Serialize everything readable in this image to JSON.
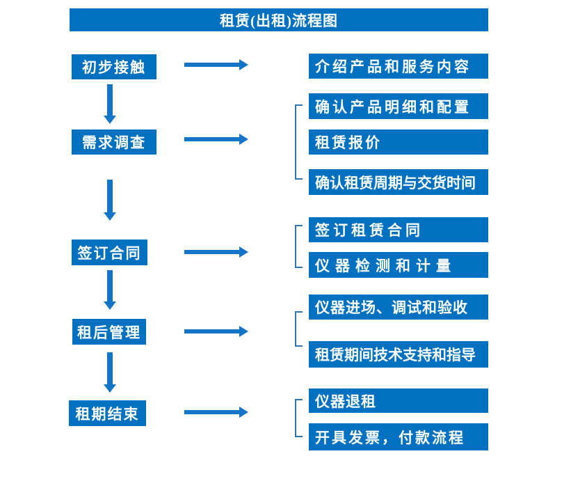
{
  "title": {
    "text": "租赁(出租)流程图"
  },
  "colors": {
    "box_blue": "#0070c0",
    "arrow_blue": "#1474c8",
    "bracket_blue": "#2e75b6",
    "text_white": "#ffffff",
    "background": "#ffffff"
  },
  "icons": {
    "right_arrow": "arrow-right-icon",
    "down_arrow": "arrow-down-icon",
    "group_bracket": "bracket-icon"
  },
  "steps": [
    {
      "label": "初步接触"
    },
    {
      "label": "需求调查"
    },
    {
      "label": "签订合同"
    },
    {
      "label": "租后管理"
    },
    {
      "label": "租期结束"
    }
  ],
  "details": [
    {
      "label": "介绍产品和服务内容"
    },
    {
      "label": "确认产品明细和配置"
    },
    {
      "label": "租赁报价"
    },
    {
      "label": "确认租赁周期与交货时间"
    },
    {
      "label": "签订租赁合同"
    },
    {
      "label": "仪器检测和计量"
    },
    {
      "label": "仪器进场、调试和验收"
    },
    {
      "label": "租赁期间技术支持和指导"
    },
    {
      "label": "仪器退租"
    },
    {
      "label": "开具发票，付款流程"
    }
  ]
}
